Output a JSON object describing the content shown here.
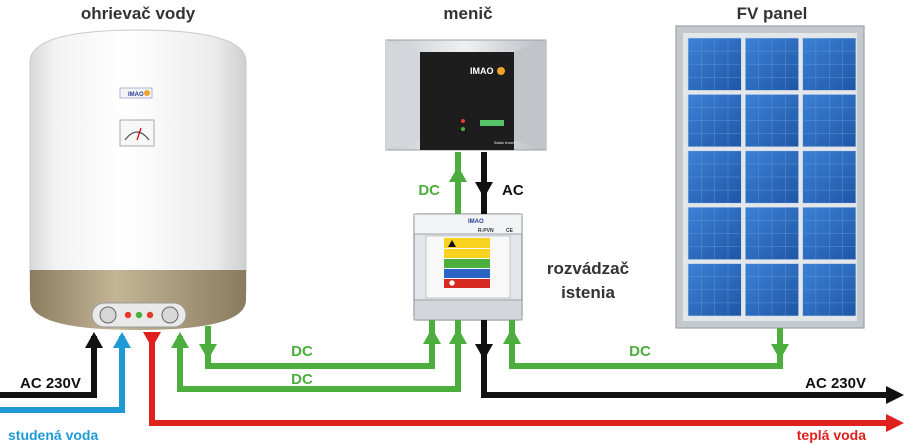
{
  "titles": {
    "heater": "ohrievač vody",
    "inverter": "menič",
    "panel": "FV panel"
  },
  "labels": {
    "dc_up": "DC",
    "ac_down": "AC",
    "dc_middle_1": "DC",
    "dc_middle_2": "DC",
    "dc_right": "DC",
    "ac230_left": "AC 230V",
    "ac230_right": "AC 230V",
    "distribution_box_line1": "rozvádzač",
    "distribution_box_line2": "istenia",
    "cold_water": "studená voda",
    "hot_water": "teplá voda"
  },
  "device_text": {
    "heater_logo": "IMAO",
    "inverter_logo": "IMAO",
    "inverter_caption": "Solar Inverter",
    "box_logo": "IMAO",
    "box_model": "R-PVN",
    "box_ce": "CE"
  },
  "colors": {
    "dc_line": "#4cae3c",
    "ac_line": "#111111",
    "cold_water": "#1e9ad6",
    "hot_water": "#e0201d",
    "panel_cell": "#2f6fc2",
    "panel_frame": "#b9bec4"
  }
}
